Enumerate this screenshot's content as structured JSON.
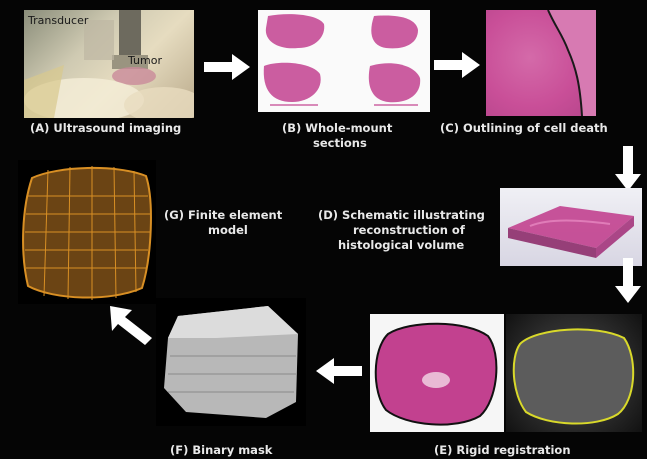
{
  "panels": {
    "a": {
      "caption": "(A) Ultrasound imaging",
      "label_transducer": "Transducer",
      "label_tumor": "Tumor"
    },
    "b": {
      "caption_line1": "(B) Whole-mount",
      "caption_line2": "sections"
    },
    "c": {
      "caption": "(C) Outlining of cell death"
    },
    "d": {
      "caption_line1": "(D) Schematic illustrating",
      "caption_line2": "reconstruction of",
      "caption_line3": "histological volume"
    },
    "e": {
      "caption": "(E) Rigid registration"
    },
    "f": {
      "caption": "(F) Binary mask"
    },
    "g": {
      "caption_line1": "(G) Finite element",
      "caption_line2": "model"
    }
  },
  "colors": {
    "background": "#050505",
    "caption": "#e8e8e8",
    "arrow": "#ffffff",
    "histology": "#c2418f",
    "fem_mesh": "#d88f24",
    "mask": "#b8b8b8",
    "ultrasound_outline": "#d9d92a"
  }
}
